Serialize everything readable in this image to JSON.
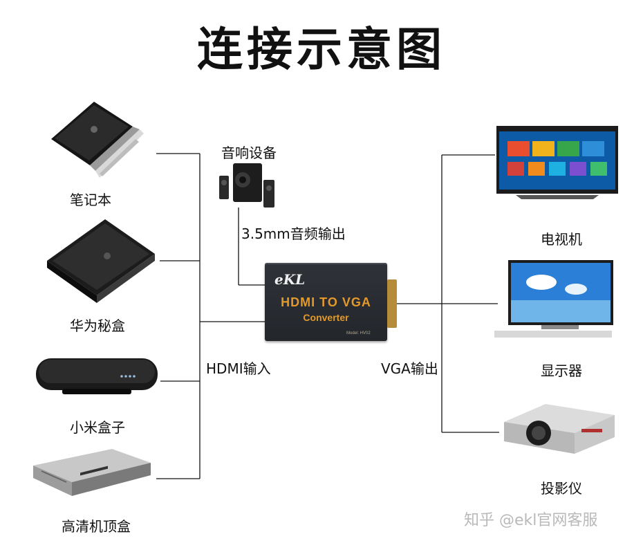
{
  "title": "连接示意图",
  "inputs_label": "HDMI输入",
  "outputs_label": "VGA输出",
  "audio": {
    "device_label": "音响设备",
    "port_label": "3.5mm音频输出"
  },
  "sources": [
    {
      "label": "笔记本",
      "icon": "laptop-icon"
    },
    {
      "label": "华为秘盒",
      "icon": "huawei-box-icon"
    },
    {
      "label": "小米盒子",
      "icon": "xiaomi-box-icon"
    },
    {
      "label": "高清机顶盒",
      "icon": "set-top-box-icon"
    }
  ],
  "outputs": [
    {
      "label": "电视机",
      "icon": "tv-icon"
    },
    {
      "label": "显示器",
      "icon": "monitor-icon"
    },
    {
      "label": "投影仪",
      "icon": "projector-icon"
    }
  ],
  "converter": {
    "brand": "eKL",
    "line1": "HDMI TO VGA",
    "line2": "Converter",
    "model": "Model:   HV02"
  },
  "watermark": "知乎 @ekl官网客服",
  "colors": {
    "line": "#111111",
    "converter_text": "#e39a2b",
    "converter_body": "#2a2d33"
  }
}
